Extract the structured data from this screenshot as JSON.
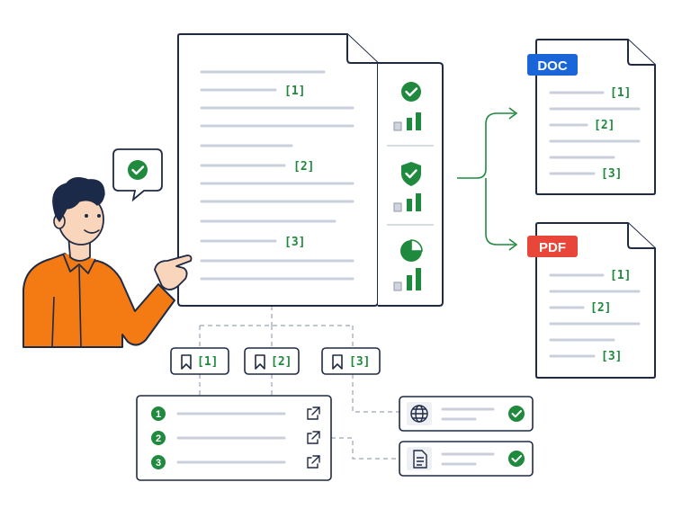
{
  "document": {
    "citations": [
      {
        "label": "[1]"
      },
      {
        "label": "[2]"
      },
      {
        "label": "[3]"
      }
    ],
    "side_panel": {
      "icons": [
        "check-circle-icon",
        "shield-check-icon",
        "pie-chart-icon"
      ]
    }
  },
  "bookmarks": [
    {
      "label": "[1]",
      "icon": "bookmark-icon"
    },
    {
      "label": "[2]",
      "icon": "bookmark-icon"
    },
    {
      "label": "[3]",
      "icon": "bookmark-icon"
    }
  ],
  "source_list": {
    "items": [
      {
        "number": "1",
        "icon": "external-link-icon"
      },
      {
        "number": "2",
        "icon": "external-link-icon"
      },
      {
        "number": "3",
        "icon": "external-link-icon"
      }
    ]
  },
  "source_types": [
    {
      "icon": "globe-icon",
      "status": "verified"
    },
    {
      "icon": "document-icon",
      "status": "verified"
    }
  ],
  "exports": [
    {
      "badge": "DOC",
      "badge_color": "#1a66d9",
      "citations": [
        "[1]",
        "[2]",
        "[3]"
      ]
    },
    {
      "badge": "PDF",
      "badge_color": "#e9463a",
      "citations": [
        "[1]",
        "[2]",
        "[3]"
      ]
    }
  ],
  "colors": {
    "outline": "#1f2a44",
    "accent_green": "#1f8a3e",
    "line_gray": "#c9cfdb",
    "shirt_orange": "#f47a14"
  }
}
